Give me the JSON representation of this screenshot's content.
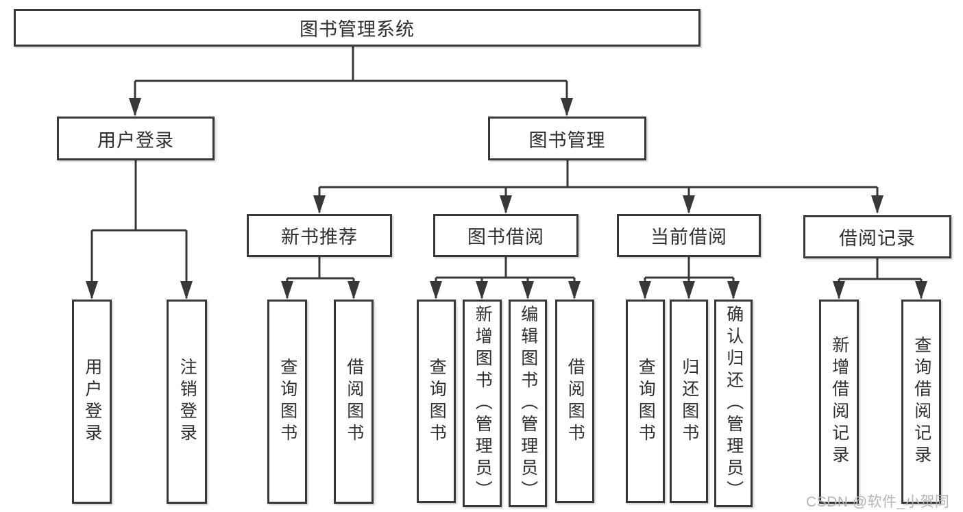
{
  "colors": {
    "background": "#ffffff",
    "line": "#383838",
    "box_border": "#383838",
    "text": "#2e2e2e",
    "watermark": "#b5b5b5"
  },
  "watermark": {
    "text": "CSDN @软件_小贺同学"
  },
  "tree": {
    "label": "图书管理系统",
    "children": [
      {
        "label": "用户登录",
        "children": [
          {
            "label": "用户登录"
          },
          {
            "label": "注销登录"
          }
        ]
      },
      {
        "label": "图书管理",
        "children": [
          {
            "label": "新书推荐",
            "children": [
              {
                "label": "查询图书"
              },
              {
                "label": "借阅图书"
              }
            ]
          },
          {
            "label": "图书借阅",
            "children": [
              {
                "label": "查询图书"
              },
              {
                "label": "新增图书（管理员）"
              },
              {
                "label": "编辑图书（管理员）"
              },
              {
                "label": "借阅图书"
              }
            ]
          },
          {
            "label": "当前借阅",
            "children": [
              {
                "label": "查询图书"
              },
              {
                "label": "归还图书"
              },
              {
                "label": "确认归还（管理员）"
              }
            ]
          },
          {
            "label": "借阅记录",
            "children": [
              {
                "label": "新增借阅记录"
              },
              {
                "label": "查询借阅记录"
              }
            ]
          }
        ]
      }
    ]
  }
}
